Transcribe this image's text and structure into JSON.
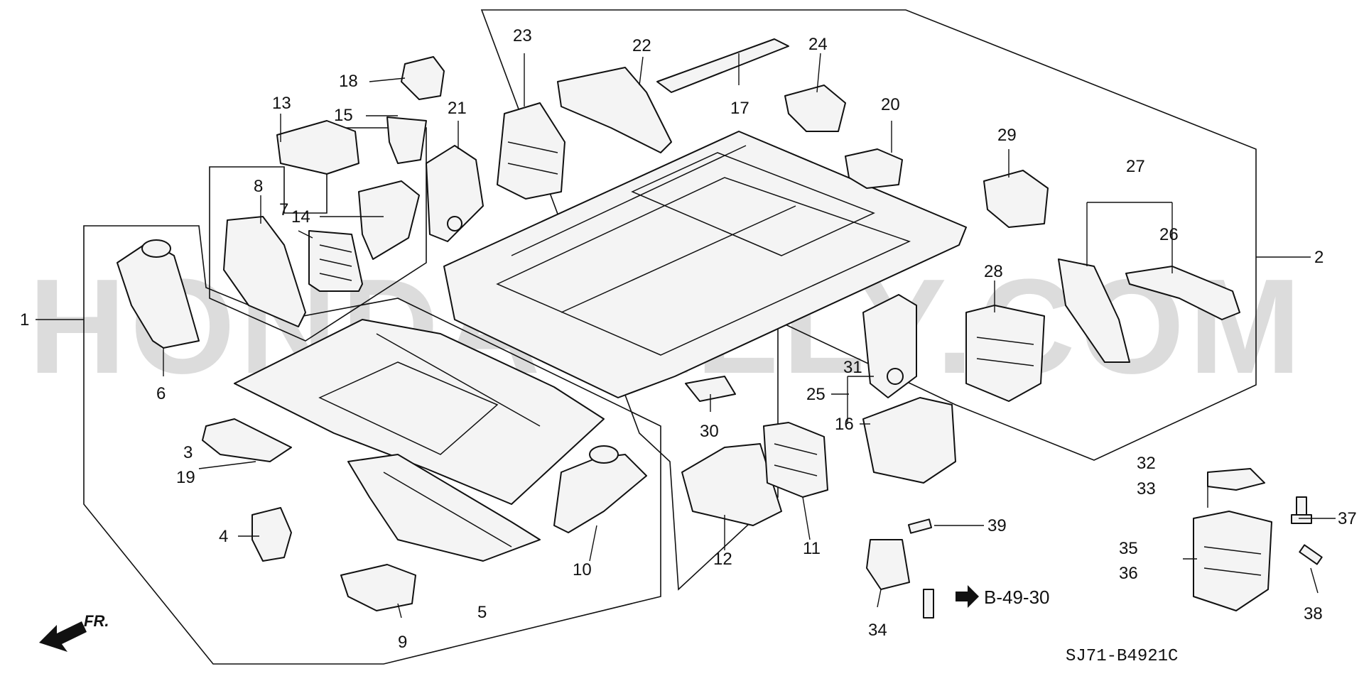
{
  "watermark": "HONDA-ALLY.COM",
  "diagram_code": "SJ71-B4921C",
  "direction_label": "FR.",
  "reference_label": "B-49-30",
  "callouts": [
    {
      "label": "1"
    },
    {
      "label": "2"
    },
    {
      "label": "3"
    },
    {
      "label": "19"
    },
    {
      "label": "4"
    },
    {
      "label": "5"
    },
    {
      "label": "6"
    },
    {
      "label": "7"
    },
    {
      "label": "8"
    },
    {
      "label": "9"
    },
    {
      "label": "10"
    },
    {
      "label": "11"
    },
    {
      "label": "12"
    },
    {
      "label": "13"
    },
    {
      "label": "14"
    },
    {
      "label": "15"
    },
    {
      "label": "16"
    },
    {
      "label": "17"
    },
    {
      "label": "18"
    },
    {
      "label": "20"
    },
    {
      "label": "21"
    },
    {
      "label": "22"
    },
    {
      "label": "23"
    },
    {
      "label": "24"
    },
    {
      "label": "25"
    },
    {
      "label": "26"
    },
    {
      "label": "27"
    },
    {
      "label": "28"
    },
    {
      "label": "29"
    },
    {
      "label": "30"
    },
    {
      "label": "31"
    },
    {
      "label": "32"
    },
    {
      "label": "33"
    },
    {
      "label": "34"
    },
    {
      "label": "35"
    },
    {
      "label": "36"
    },
    {
      "label": "37"
    },
    {
      "label": "38"
    },
    {
      "label": "39"
    }
  ]
}
